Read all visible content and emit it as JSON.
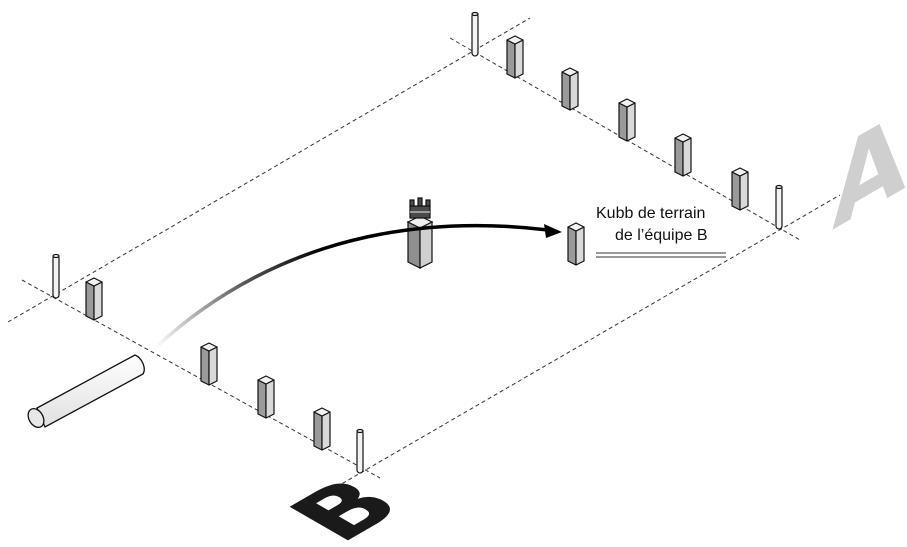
{
  "diagram": {
    "annotation": {
      "line1": "Kubb de terrain",
      "line2": "de l’équipe B"
    },
    "side_a_letter": "A",
    "side_b_letter": "B",
    "colors": {
      "stroke": "#111111",
      "kubb_front": "#d9d9d9",
      "kubb_side": "#9a9a9a",
      "kubb_top": "#f2f2f2",
      "letter_a": "#cfcfcf",
      "letter_b": "#1a1a1a",
      "arrow": "#000000"
    },
    "icons": {
      "king": "king-piece-icon",
      "baton": "throwing-baton-icon",
      "kubb": "kubb-block-icon",
      "corner_stake": "corner-stake-icon"
    }
  }
}
